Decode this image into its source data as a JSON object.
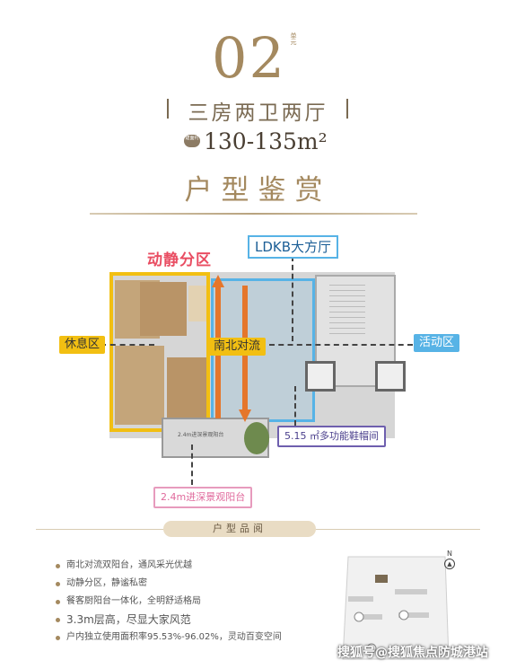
{
  "header": {
    "unit_number": "02",
    "unit_tag": "单元",
    "layout_type": "三房两卫两厅",
    "area_badge": "建面约",
    "area": "130-135m²",
    "appreciation_title": "户型鉴赏"
  },
  "plan": {
    "zone_label": "动静分区",
    "ldkb_label": "LDKB大方厅",
    "rest_label": "休息区",
    "north_south_label": "南北对流",
    "activity_label": "活动区",
    "shoe_room_label": "5.15 ㎡多功能鞋帽间",
    "balcony_tag": "2.4m进深景观阳台",
    "balcony_inner_label": "2.4m进深景观阳台",
    "colors": {
      "rest_zone": "#f2bf12",
      "ldkb_zone": "#57b3e6",
      "flow_arrow": "#e5762b",
      "zone_title": "#e94d62"
    }
  },
  "section": {
    "banner": "户型品阅"
  },
  "features": [
    "南北对流双阳台，通风采光优越",
    "动静分区，静谧私密",
    "餐客厨阳台一体化，全明舒适格局",
    "3.3m层高，尽显大家风范",
    "户内独立使用面积率95.53%-96.02%，灵动百变空间"
  ],
  "siteplan": {
    "north": "N"
  },
  "watermark": "搜狐号@搜狐焦点防城港站"
}
